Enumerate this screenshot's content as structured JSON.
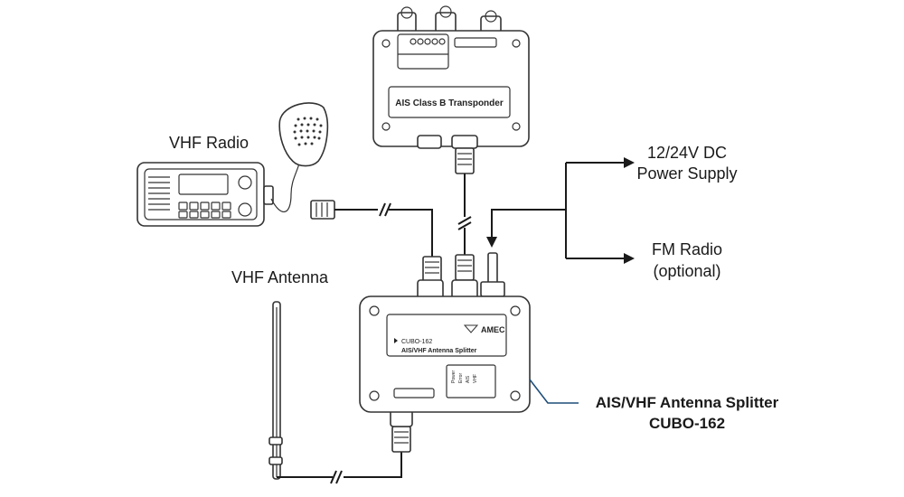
{
  "labels": {
    "vhf_radio": "VHF Radio",
    "vhf_antenna": "VHF Antenna",
    "power_line1": "12/24V DC",
    "power_line2": "Power Supply",
    "fm_line1": "FM Radio",
    "fm_line2": "(optional)",
    "splitter_line1": "AIS/VHF Antenna Splitter",
    "splitter_line2": "CUBO-162"
  },
  "transponder": {
    "panel_label": "AIS Class B Transponder"
  },
  "splitter": {
    "model": "CUBO-162",
    "subtitle": "AIS/VHF Antenna Splitter",
    "brand": "AMEC",
    "leds": [
      "Power",
      "Error",
      "AIS",
      "VHF"
    ]
  },
  "colors": {
    "ink": "#1a1a1a",
    "callout": "#1f4e79"
  }
}
